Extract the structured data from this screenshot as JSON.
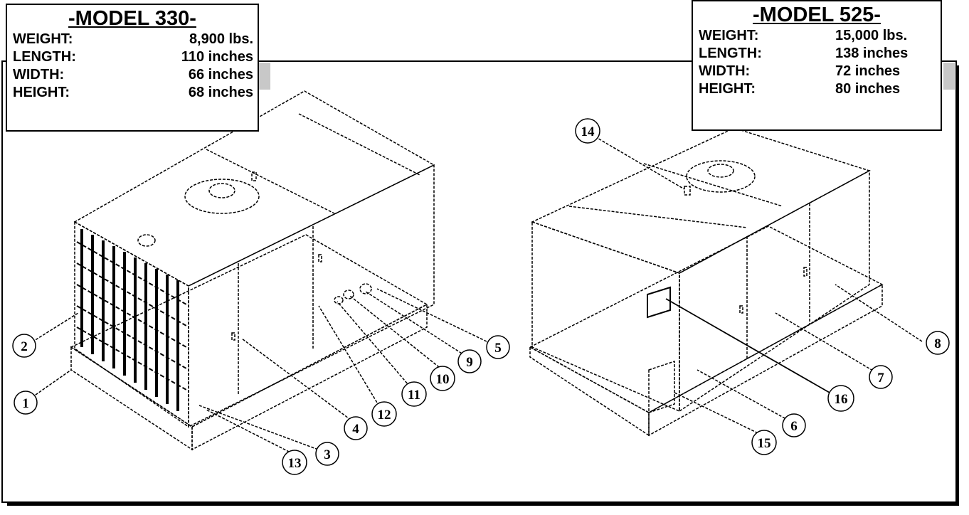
{
  "model_330": {
    "title": "-MODEL 330-",
    "specs": [
      {
        "label": "WEIGHT:",
        "value": "8,900 lbs."
      },
      {
        "label": "LENGTH:",
        "value": "110 inches"
      },
      {
        "label": "WIDTH:",
        "value": "66 inches"
      },
      {
        "label": "HEIGHT:",
        "value": "68 inches"
      }
    ]
  },
  "model_525": {
    "title": "-MODEL 525-",
    "specs": [
      {
        "label": "WEIGHT:",
        "value": "15,000 lbs."
      },
      {
        "label": "LENGTH:",
        "value": "138 inches"
      },
      {
        "label": "WIDTH:",
        "value": "72 inches"
      },
      {
        "label": "HEIGHT:",
        "value": "80 inches"
      }
    ]
  },
  "callouts": {
    "c1": "1",
    "c2": "2",
    "c3": "3",
    "c4": "4",
    "c5": "5",
    "c6": "6",
    "c7": "7",
    "c8": "8",
    "c9": "9",
    "c10": "10",
    "c11": "11",
    "c12": "12",
    "c13": "13",
    "c14": "14",
    "c15": "15",
    "c16": "16"
  },
  "colors": {
    "line": "#000000",
    "frame": "#000000",
    "tab": "#c8c8c8"
  }
}
